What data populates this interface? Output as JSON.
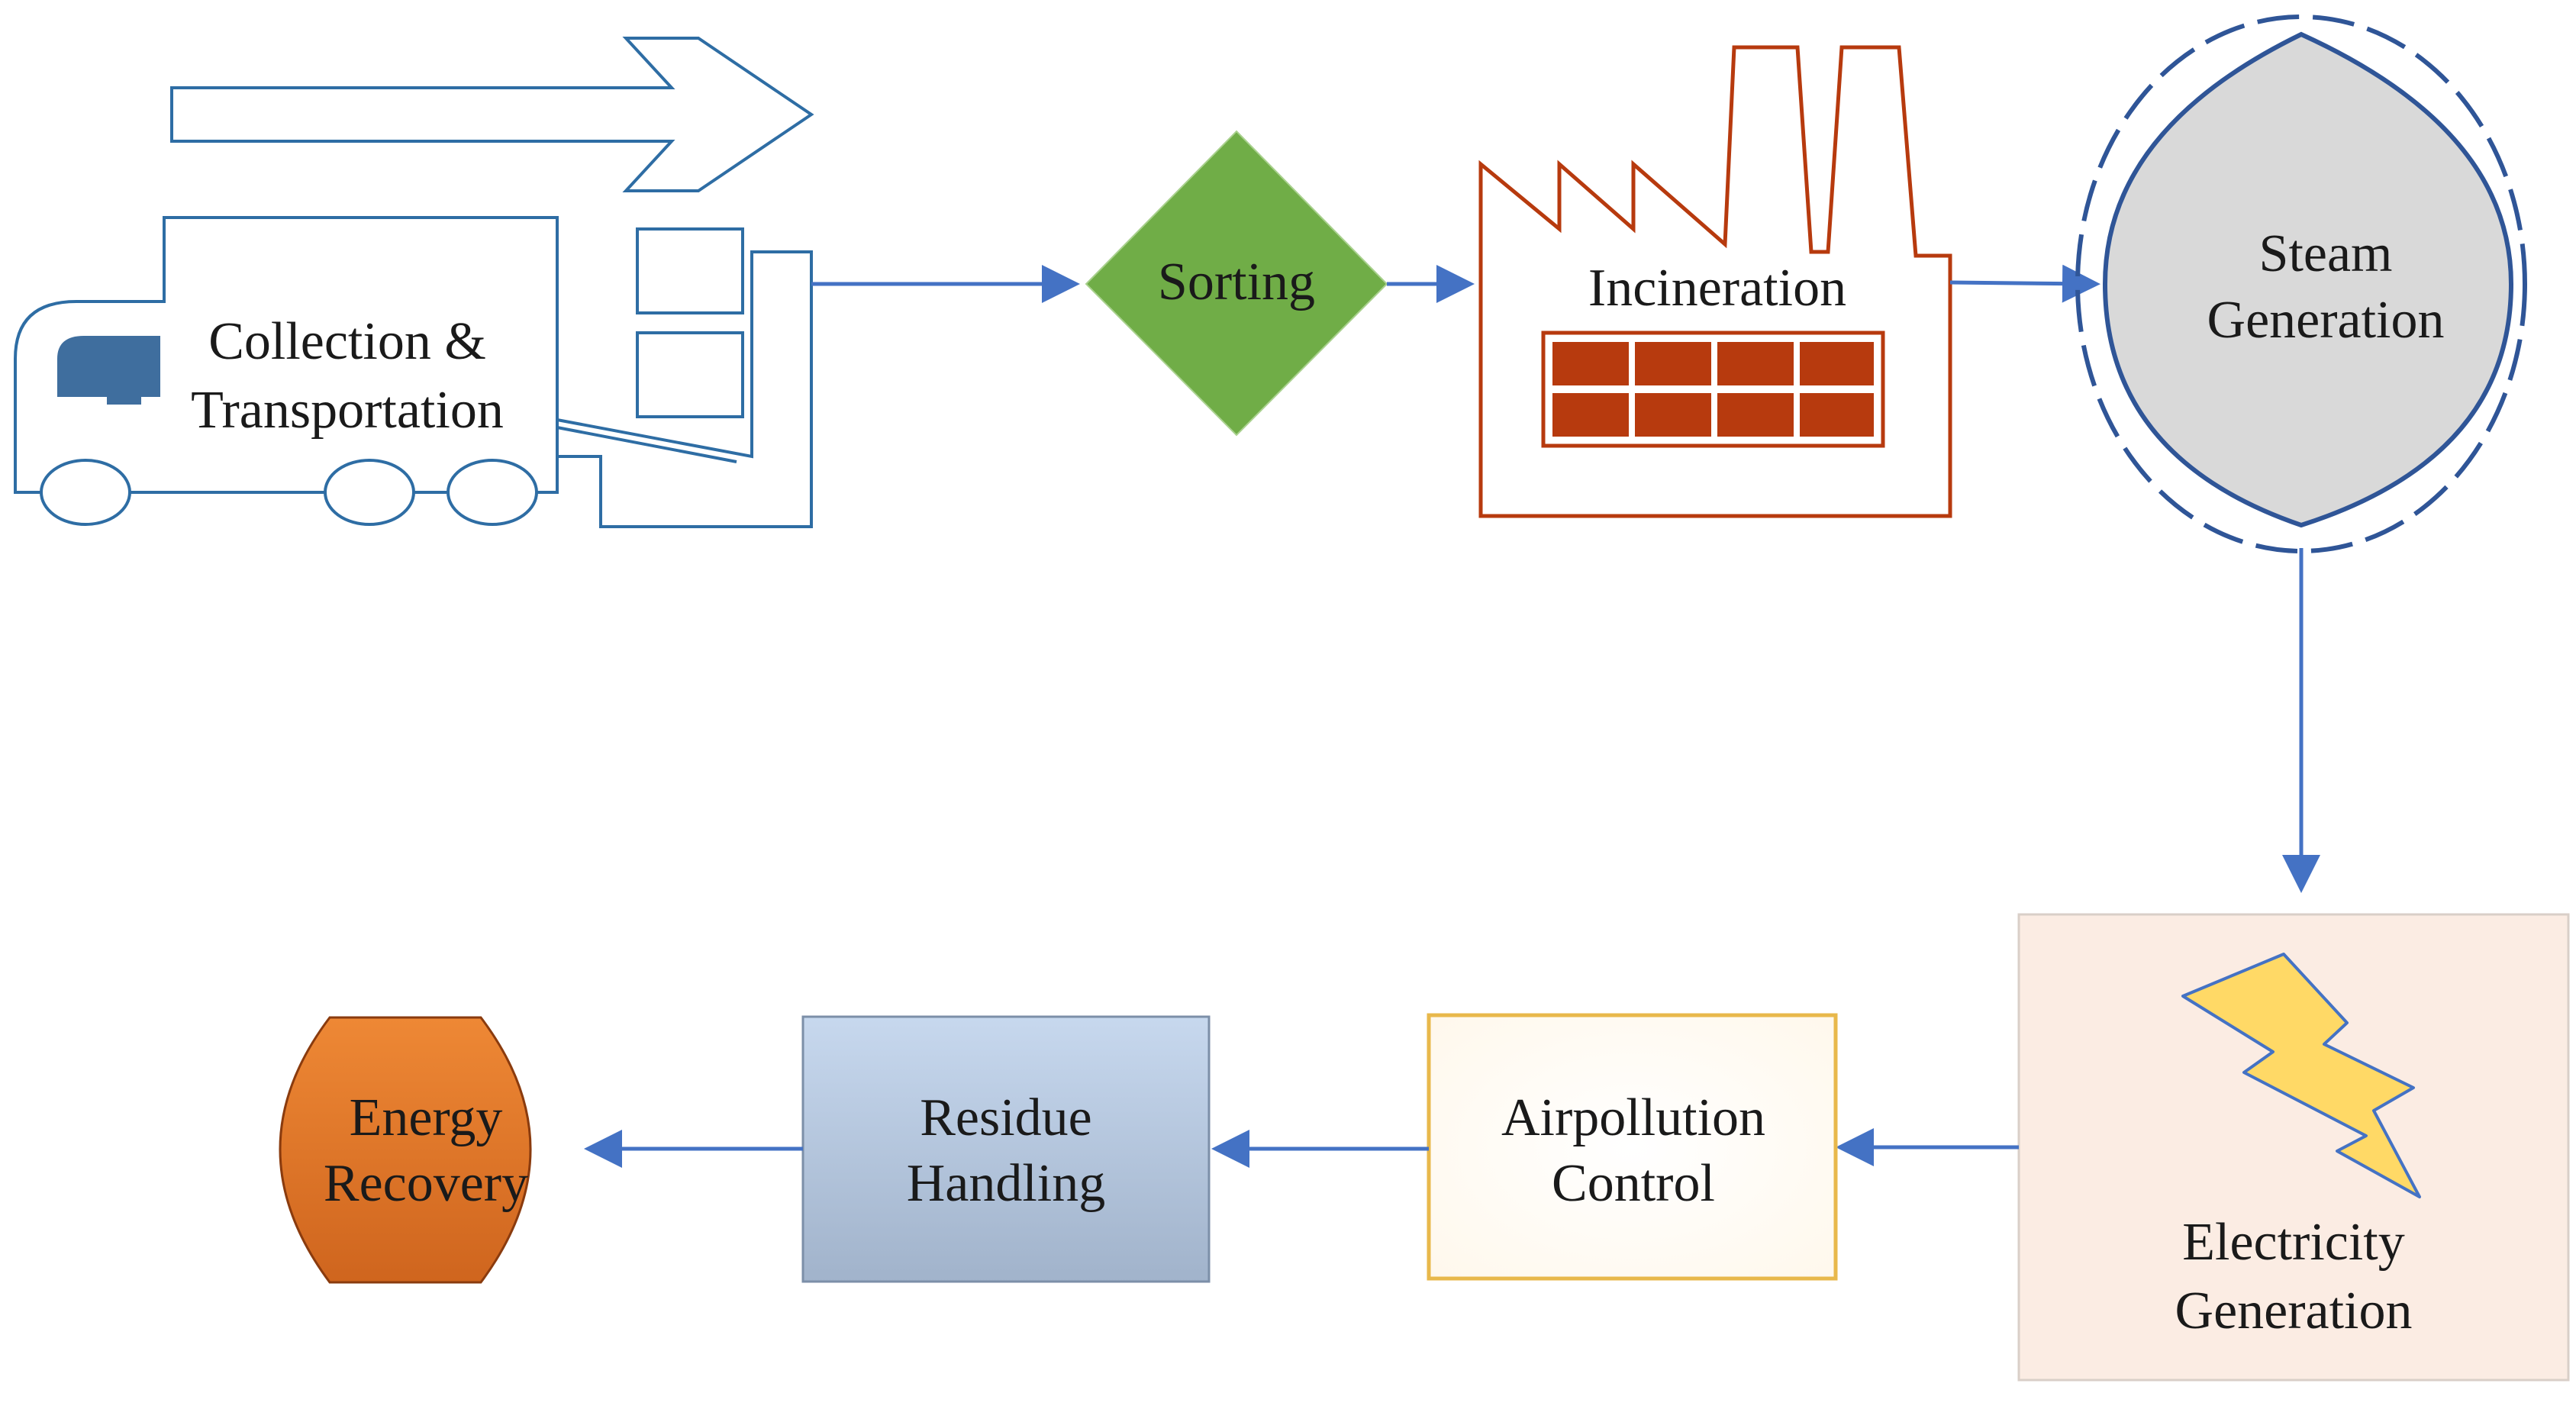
{
  "nodes": {
    "collection": {
      "line1": "Collection &",
      "line2": "Transportation"
    },
    "sorting": {
      "label": "Sorting"
    },
    "incineration": {
      "label": "Incineration"
    },
    "steam": {
      "line1": "Steam",
      "line2": "Generation"
    },
    "electricity": {
      "line1": "Electricity",
      "line2": "Generation"
    },
    "airpollution": {
      "line1": "Airpollution",
      "line2": "Control"
    },
    "residue": {
      "line1": "Residue",
      "line2": "Handling"
    },
    "energy": {
      "line1": "Energy",
      "line2": "Recovery"
    }
  },
  "colors": {
    "arrow": "#4472C4",
    "truck_outline": "#2E6DA4",
    "truck_cab": "#3F6E9E",
    "sorting_fill": "#70AD47",
    "factory_outline": "#B73A0E",
    "brick_fill": "#B73A0E",
    "steam_fill": "#D9D9D9",
    "steam_ring": "#2F5597",
    "electricity_bg": "#FBECE3",
    "bolt_fill": "#FFD966",
    "bolt_stroke": "#4472C4",
    "airpollution_border": "#E8B84B",
    "residue_fill_top": "#C5D6EC",
    "residue_fill_bottom": "#A3B4CC",
    "energy_fill_top": "#ED8533",
    "energy_fill_bottom": "#D0661F"
  }
}
